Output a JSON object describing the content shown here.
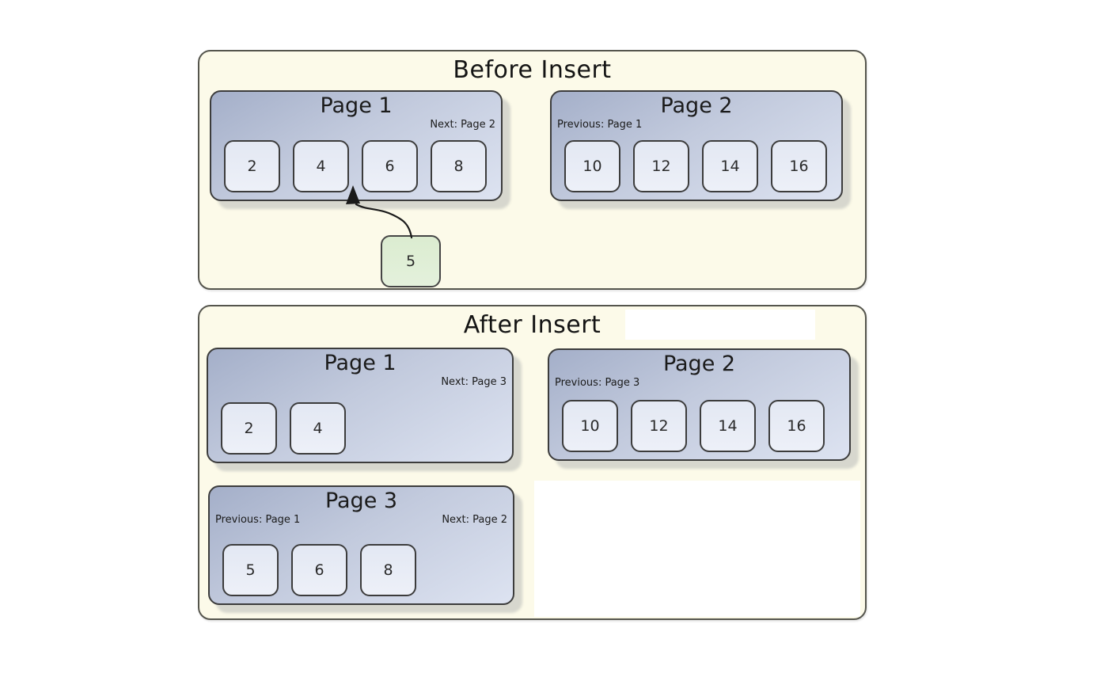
{
  "panels": [
    {
      "title": "Before Insert",
      "pages": [
        {
          "title": "Page 1",
          "next": "Next: Page 2",
          "cells": [
            "2",
            "4",
            "6",
            "8"
          ]
        },
        {
          "title": "Page 2",
          "prev": "Previous: Page 1",
          "cells": [
            "10",
            "12",
            "14",
            "16"
          ]
        }
      ],
      "insert_box": {
        "value": "5"
      }
    },
    {
      "title": "After Insert",
      "pages": [
        {
          "title": "Page 1",
          "next": "Next: Page 3",
          "cells": [
            "2",
            "4"
          ]
        },
        {
          "title": "Page 2",
          "prev": "Previous: Page 3",
          "cells": [
            "10",
            "12",
            "14",
            "16"
          ]
        },
        {
          "title": "Page 3",
          "prev": "Previous: Page 1",
          "next": "Next: Page 2",
          "cells": [
            "5",
            "6",
            "8"
          ]
        }
      ]
    }
  ],
  "colors": {
    "panel_bg": "#fcfae9",
    "panel_border": "#55554d",
    "page_gradient_top": "#a4afc9",
    "page_gradient_bottom": "#dde3f1",
    "page_border": "#3c3c3c",
    "cell_bg": "#e8ecf6",
    "insert_box_bg": "#dbecd0",
    "arrow": "#1a1a1a",
    "shadow": "#dfe2e5",
    "text": "#1b1b1b"
  }
}
